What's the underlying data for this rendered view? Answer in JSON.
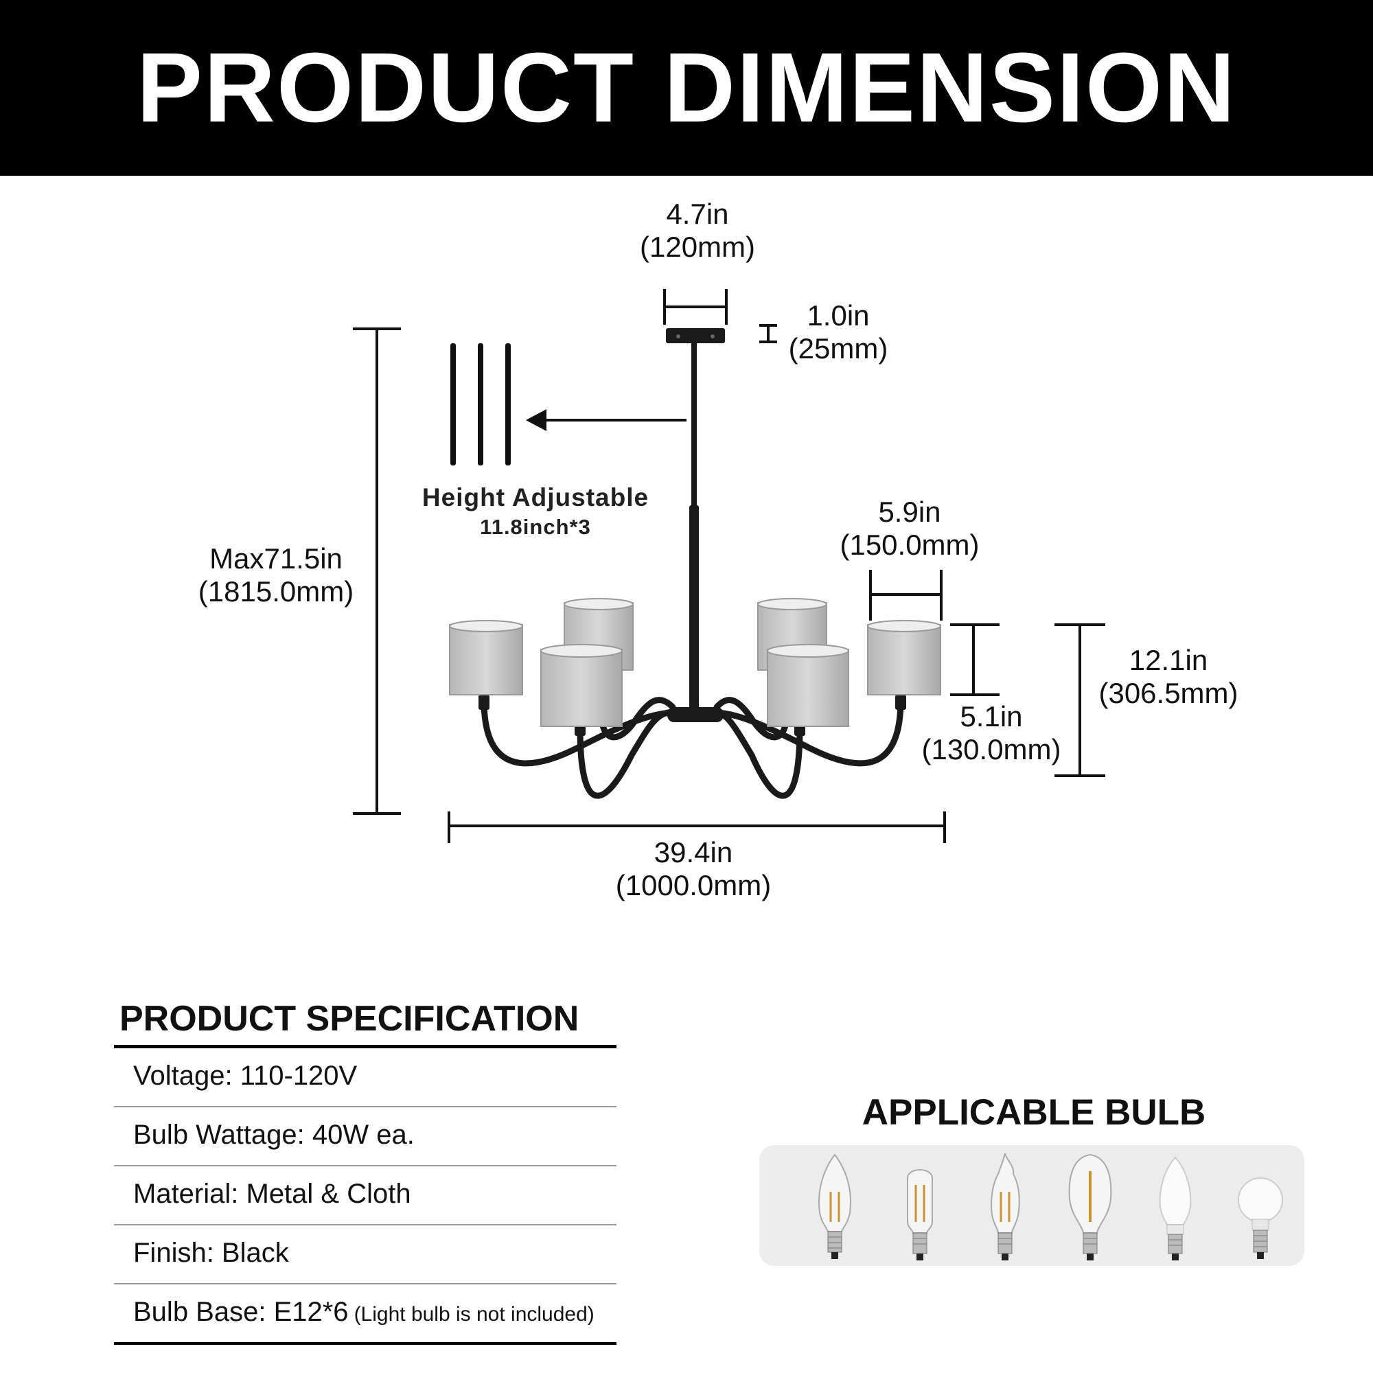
{
  "header": {
    "title": "PRODUCT DIMENSION"
  },
  "dimensions": {
    "canopy_width": {
      "in": "4.7in",
      "mm": "(120mm)"
    },
    "canopy_height": {
      "in": "1.0in",
      "mm": "(25mm)"
    },
    "max_height": {
      "in": "Max71.5in",
      "mm": "(1815.0mm)"
    },
    "shade_width": {
      "in": "5.9in",
      "mm": "(150.0mm)"
    },
    "shade_height": {
      "in": "5.1in",
      "mm": "(130.0mm)"
    },
    "body_height": {
      "in": "12.1in",
      "mm": "(306.5mm)"
    },
    "overall_width": {
      "in": "39.4in",
      "mm": "(1000.0mm)"
    }
  },
  "rods": {
    "title": "Height Adjustable",
    "detail": "11.8inch*3"
  },
  "specification": {
    "title": "PRODUCT SPECIFICATION",
    "rows": [
      {
        "text": "Voltage: 110-120V"
      },
      {
        "text": "Bulb Wattage: 40W ea."
      },
      {
        "text": "Material: Metal & Cloth"
      },
      {
        "text": "Finish: Black"
      },
      {
        "text": "Bulb Base: E12*6",
        "note": "(Light bulb is not included)"
      }
    ]
  },
  "applicable_bulb": {
    "title": "APPLICABLE BULB",
    "bulbs": [
      "candle-filament-bulb-icon",
      "tubular-filament-bulb-icon",
      "flame-tip-filament-bulb-icon",
      "edison-st-bulb-icon",
      "frosted-candle-bulb-icon",
      "globe-bulb-icon"
    ]
  }
}
